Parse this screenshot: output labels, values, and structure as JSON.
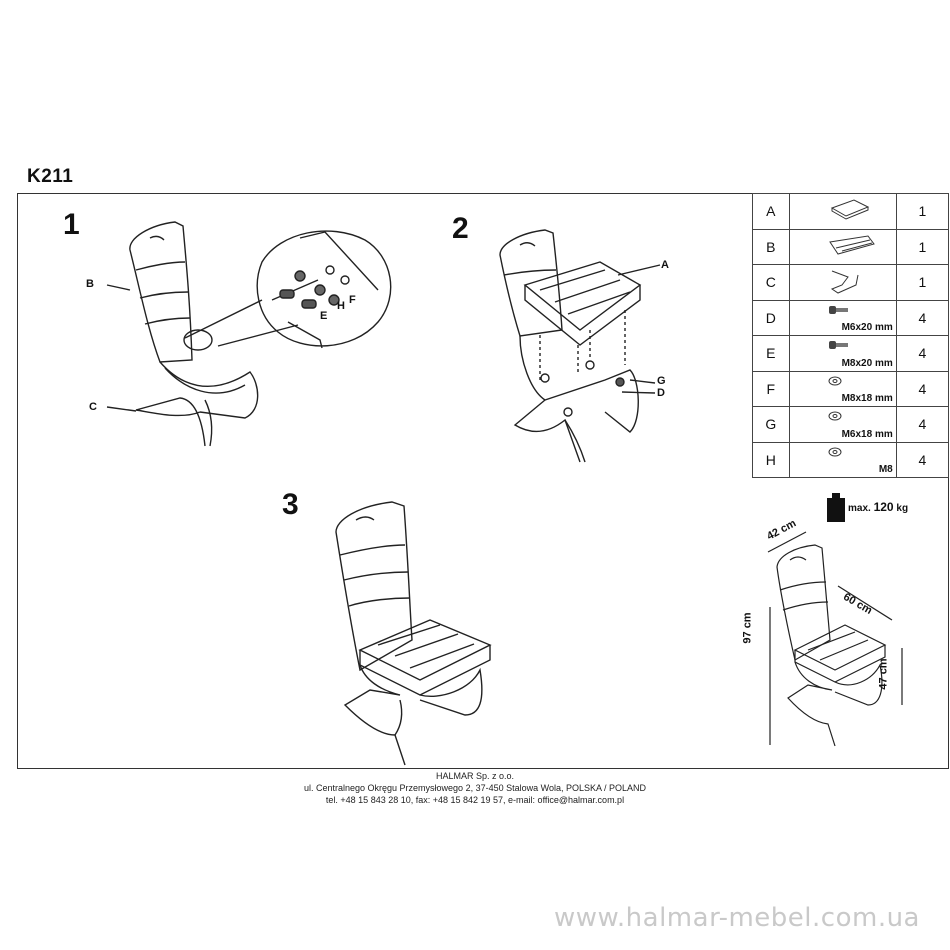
{
  "model": "K211",
  "steps": [
    "1",
    "2",
    "3"
  ],
  "callouts": {
    "b": "B",
    "c": "C",
    "e": "E",
    "h": "H",
    "f": "F",
    "a": "A",
    "g": "G",
    "d": "D"
  },
  "parts": [
    {
      "letter": "A",
      "icon": "seat-icon",
      "spec": "",
      "qty": "1"
    },
    {
      "letter": "B",
      "icon": "backrest-icon",
      "spec": "",
      "qty": "1"
    },
    {
      "letter": "C",
      "icon": "frame-icon",
      "spec": "",
      "qty": "1"
    },
    {
      "letter": "D",
      "icon": "bolt-icon",
      "spec": "M6x20 mm",
      "qty": "4"
    },
    {
      "letter": "E",
      "icon": "bolt-icon",
      "spec": "M8x20 mm",
      "qty": "4"
    },
    {
      "letter": "F",
      "icon": "washer-icon",
      "spec": "M8x18 mm",
      "qty": "4"
    },
    {
      "letter": "G",
      "icon": "washer-icon",
      "spec": "M6x18 mm",
      "qty": "4"
    },
    {
      "letter": "H",
      "icon": "washer-icon",
      "spec": "M8",
      "qty": "4"
    }
  ],
  "capacity": {
    "prefix": "max.",
    "value": "120",
    "unit": "kg"
  },
  "dimensions": {
    "width": "42 cm",
    "depth": "60 cm",
    "height": "97 cm",
    "seat_height": "47 cm"
  },
  "footer": {
    "company": "HALMAR Sp. z o.o.",
    "address": "ul. Centralnego Okręgu Przemysłowego 2, 37-450 Stalowa Wola, POLSKA / POLAND",
    "contact": "tel. +48 15 843 28 10, fax: +48 15 842 19 57, e-mail: office@halmar.com.pl"
  },
  "watermark": "www.halmar-mebel.com.ua"
}
